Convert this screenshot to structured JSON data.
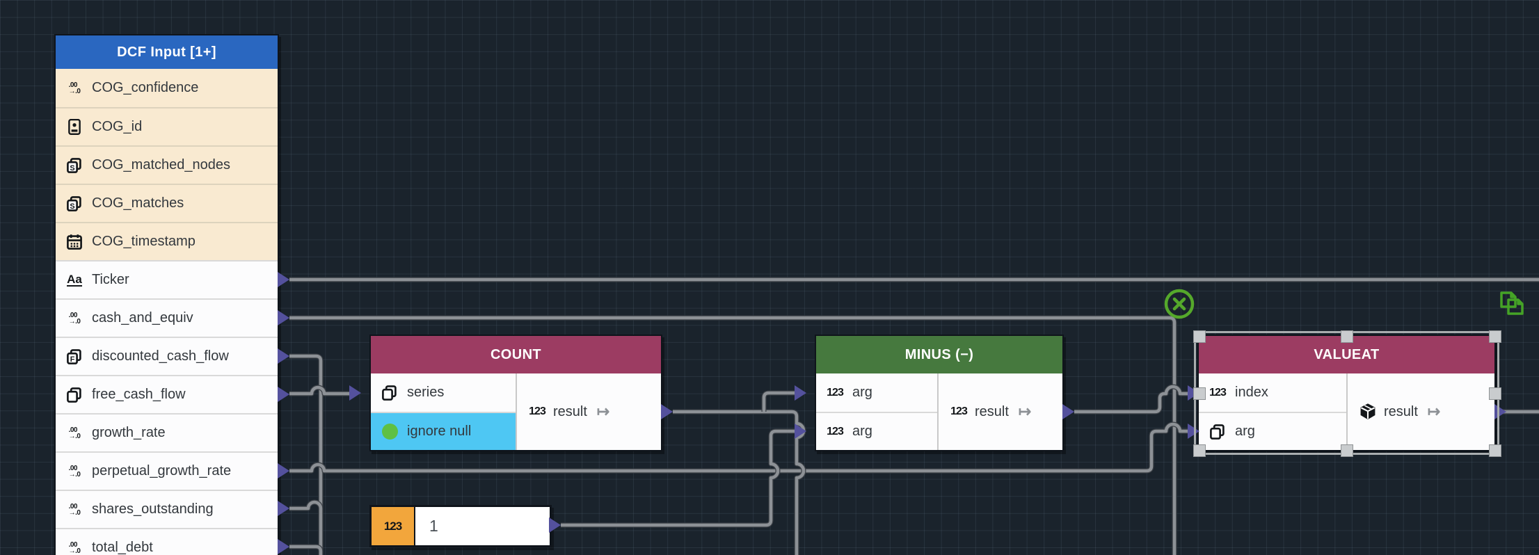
{
  "colors": {
    "canvas_bg": "#1a232c",
    "grid_line": "rgba(133,158,181,0.13)",
    "header_blue": "#2a67c0",
    "header_maroon": "#9c3c62",
    "header_green": "#46793e",
    "row_beige": "#f9ead1",
    "row_white": "#fcfcfd",
    "highlight_cyan": "#4ec7f3",
    "badge_orange": "#f2a63c",
    "port_purple": "#54519d",
    "wire_gray": "#8d9196",
    "accent_green": "#55a82b",
    "dot_green": "#5fc043"
  },
  "nodes": {
    "dcf": {
      "title": "DCF Input [1+]",
      "rows": [
        {
          "label": "COG_confidence",
          "icon": "decimal-number-icon",
          "tone": "beige"
        },
        {
          "label": "COG_id",
          "icon": "id-card-icon",
          "tone": "beige"
        },
        {
          "label": "COG_matched_nodes",
          "icon": "string-list-icon",
          "tone": "beige"
        },
        {
          "label": "COG_matches",
          "icon": "string-list-icon",
          "tone": "beige"
        },
        {
          "label": "COG_timestamp",
          "icon": "calendar-icon",
          "tone": "beige"
        },
        {
          "label": "Ticker",
          "icon": "text-icon",
          "tone": "white"
        },
        {
          "label": "cash_and_equiv",
          "icon": "decimal-number-icon",
          "tone": "white"
        },
        {
          "label": "discounted_cash_flow",
          "icon": "float-list-icon",
          "tone": "white"
        },
        {
          "label": "free_cash_flow",
          "icon": "list-icon",
          "tone": "white"
        },
        {
          "label": "growth_rate",
          "icon": "decimal-number-icon",
          "tone": "white"
        },
        {
          "label": "perpetual_growth_rate",
          "icon": "decimal-number-icon",
          "tone": "white"
        },
        {
          "label": "shares_outstanding",
          "icon": "decimal-number-icon",
          "tone": "white"
        },
        {
          "label": "total_debt",
          "icon": "decimal-number-icon",
          "tone": "white"
        }
      ]
    },
    "count": {
      "title": "COUNT",
      "header": "maroon",
      "inputs": [
        {
          "label": "series",
          "icon": "list-icon",
          "tone": "white"
        },
        {
          "label": "ignore null",
          "icon": "boolean-dot-icon",
          "tone": "cyan"
        }
      ],
      "output": {
        "label": "result",
        "icon": "number-icon",
        "arrow": "maps-to-icon"
      }
    },
    "minus": {
      "title": "MINUS (−)",
      "header": "green",
      "inputs": [
        {
          "label": "arg",
          "icon": "number-icon",
          "tone": "white"
        },
        {
          "label": "arg",
          "icon": "number-icon",
          "tone": "white"
        }
      ],
      "output": {
        "label": "result",
        "icon": "number-icon",
        "arrow": "maps-to-icon"
      }
    },
    "valueat": {
      "title": "VALUEAT",
      "header": "maroon",
      "selected": true,
      "inputs": [
        {
          "label": "index",
          "icon": "number-icon",
          "tone": "white"
        },
        {
          "label": "arg",
          "icon": "list-icon",
          "tone": "white"
        }
      ],
      "output": {
        "label": "result",
        "icon": "object-icon",
        "arrow": "maps-to-icon"
      }
    },
    "literal": {
      "badge": "123",
      "value": "1"
    }
  },
  "overlays": {
    "delete_wire_button_icon": "circle-x-icon",
    "duplicate_button_icon": "copy-pages-icon"
  }
}
